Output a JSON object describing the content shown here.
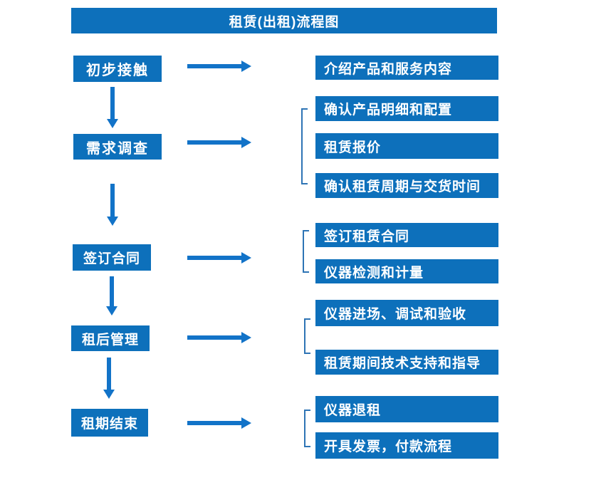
{
  "title": "租赁(出租)流程图",
  "colors": {
    "box_blue": "#0D70BB",
    "arrow_blue": "#1273C8",
    "bracket_blue": "#2E74B5",
    "text": "#FFFFFF",
    "background": "#FFFFFF"
  },
  "steps": [
    "初步接触",
    "需求调查",
    "签订合同",
    "租后管理",
    "租期结束"
  ],
  "groups": [
    {
      "items": [
        "介绍产品和服务内容"
      ]
    },
    {
      "items": [
        "确认产品明细和配置",
        "租赁报价",
        "确认租赁周期与交货时间"
      ]
    },
    {
      "items": [
        "签订租赁合同",
        "仪器检测和计量"
      ]
    },
    {
      "items": [
        "仪器进场、调试和验收",
        "租赁期间技术支持和指导"
      ]
    },
    {
      "items": [
        "仪器退租",
        "开具发票，付款流程"
      ]
    }
  ]
}
